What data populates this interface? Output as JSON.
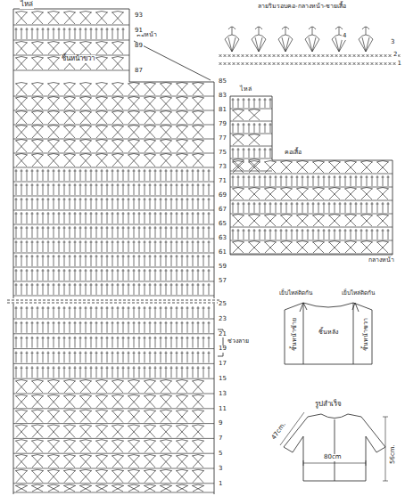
{
  "diagram": {
    "nodes": [
      {
        "text": [
          "ชิ้นหน้าซ้าย",
          "ชิ้นหลัง",
          "ชิ้นหน้าขวา"
        ]
      }
    ],
    "labels": [
      "ไหล่",
      "คอหน้า",
      "ชิ้นหน้าขวา",
      "93",
      "91",
      "89",
      "87",
      "85",
      "83",
      "81",
      "79",
      "77",
      "75",
      "73",
      "71",
      "69",
      "67",
      "65",
      "63",
      "61",
      "59",
      "57",
      "25",
      "23",
      "21",
      "19",
      "17",
      "15",
      "13",
      "11",
      "9",
      "7",
      "5",
      "3",
      "1",
      "ช่วงลาย",
      "ลายริมรอบคอ-กลางหน้า-ชายเสื้อ",
      "4",
      "3",
      "2",
      "1",
      "ไหล่",
      "คอเสื้อ",
      "กลางหน้า",
      "เย็บไหล่ติดกัน",
      "เย็บไหล่ติดกัน",
      "รูปสำเร็จ",
      "47cm.",
      "80cm",
      "56cm."
    ]
  }
}
